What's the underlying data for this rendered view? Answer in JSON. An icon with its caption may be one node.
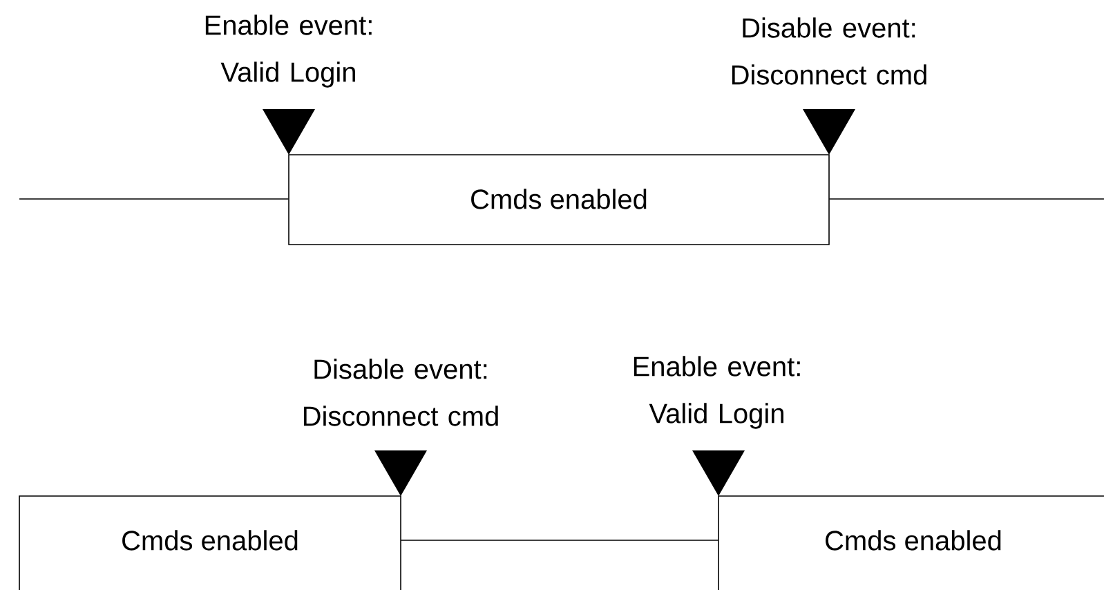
{
  "diagram": {
    "nodes": [
      {
        "text": [
          "Cmds enabled"
        ]
      },
      {
        "text": [
          "Cmds enabled"
        ]
      },
      {
        "text": [
          "Cmds enabled"
        ]
      }
    ],
    "edges": [
      {
        "from": null,
        "to": 0,
        "arrow": "none"
      },
      {
        "from": 0,
        "to": null,
        "arrow": "none"
      },
      {
        "from": 1,
        "to": 2,
        "arrow": "none"
      }
    ],
    "labels": [
      "Enable event: Valid Login",
      "Disable event: Disconnect cmd",
      "Disable event: Disconnect cmd",
      "Enable event: Valid Login"
    ]
  }
}
